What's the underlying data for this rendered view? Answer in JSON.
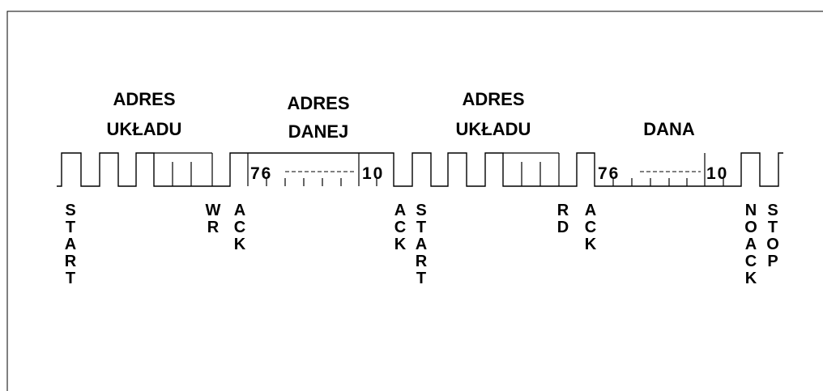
{
  "headings": {
    "adres_ukladu_1": [
      "ADRES",
      "UKŁADU"
    ],
    "adres_danej": [
      "ADRES",
      "DANEJ"
    ],
    "adres_ukladu_2": [
      "ADRES",
      "UKŁADU"
    ],
    "dana": [
      "DANA"
    ]
  },
  "bit_labels": {
    "adres_danej": {
      "high": "76",
      "mid": "---",
      "low": "10"
    },
    "dana": {
      "high": "76",
      "mid": "---",
      "low": "10"
    }
  },
  "signals": {
    "start_1": "START",
    "wr": "WR",
    "ack_1": "ACK",
    "ack_2": "ACK",
    "start_2": "START",
    "rd": "RD",
    "ack_3": "ACK",
    "noack": "NOACK",
    "stop": "STOP"
  }
}
